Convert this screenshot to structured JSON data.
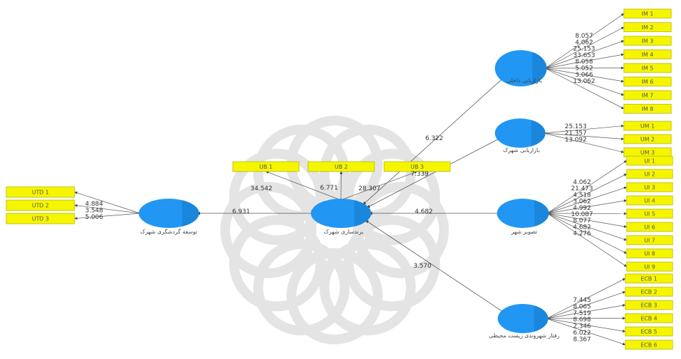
{
  "colors": {
    "latent_fill": "#2196F3",
    "indicator_fill": "#F5F500",
    "indicator_stroke": "#B8B800",
    "line": "#555555",
    "watermark": "#CFCFCF"
  },
  "watermark_icon": "star-rosette-logo-watermark",
  "latents": [
    {
      "id": "IM",
      "label": "بازاریابی داخلی"
    },
    {
      "id": "UM",
      "label": "بازاریابی شهرک"
    },
    {
      "id": "UI",
      "label": "تصویر شهر"
    },
    {
      "id": "ECB",
      "label": "رفتار شهروندی زیست محیطی"
    },
    {
      "id": "UB",
      "label": "برندسازی شهرک"
    },
    {
      "id": "UTD",
      "label": "توسعه گردشگری شهرک"
    }
  ],
  "indicator_groups": {
    "IM": {
      "labels": [
        "IM 1",
        "IM 2",
        "IM 3",
        "IM 4",
        "IM 5",
        "IM 6",
        "IM 7",
        "IM 8"
      ],
      "values": [
        "8.057",
        "4.062",
        "25.153",
        "33.653",
        "8.058",
        "5.052",
        "3.066",
        "13.062"
      ]
    },
    "UM": {
      "labels": [
        "UM 1",
        "UM 2",
        "UM 3"
      ],
      "values": [
        "25.153",
        "21.357",
        "13.092"
      ]
    },
    "UI": {
      "labels": [
        "UI 1",
        "UI 2",
        "UI 3",
        "UI 4",
        "UI 5",
        "UI 6",
        "UI 7",
        "UI 8",
        "UI 9"
      ],
      "values": [
        "4.062",
        "21.473",
        "4.518",
        "3.062",
        "4.992",
        "10.087",
        "8.077",
        "4.682",
        "4.276"
      ]
    },
    "ECB": {
      "labels": [
        "ECB 1",
        "ECB 2",
        "ECB 3",
        "ECB 4",
        "ECB 5",
        "ECB 6"
      ],
      "values": [
        "7.445",
        "8.065",
        "7.519",
        "8.698",
        "2.346",
        "6.022",
        "8.367"
      ]
    },
    "UB": {
      "labels": [
        "UB 1",
        "UB 2",
        "UB 3"
      ],
      "values": [
        "34.542",
        "6.771",
        "28.307"
      ]
    },
    "UTD": {
      "labels": [
        "UTD 1",
        "UTD 2",
        "UTD 3"
      ],
      "values": [
        "4.884",
        "3.548",
        "5.006"
      ]
    }
  },
  "paths": [
    {
      "from": "IM",
      "to": "UB",
      "value": "6.322"
    },
    {
      "from": "UM",
      "to": "UB",
      "value": "7.339"
    },
    {
      "from": "UI",
      "to": "UB",
      "value": "4.682"
    },
    {
      "from": "ECB",
      "to": "UB",
      "value": "3.570"
    },
    {
      "from": "UB",
      "to": "UTD",
      "value": "6.931"
    }
  ]
}
